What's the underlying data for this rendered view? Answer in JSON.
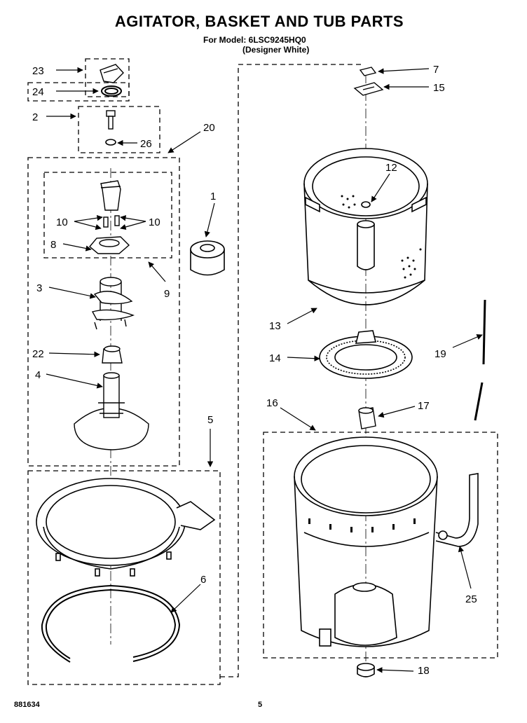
{
  "header": {
    "title": "AGITATOR, BASKET AND TUB PARTS",
    "model_line": "For Model: 6LSC9245HQ0",
    "color_line": "(Designer White)"
  },
  "callouts": {
    "p1": "1",
    "p2": "2",
    "p3": "3",
    "p4": "4",
    "p5": "5",
    "p6": "6",
    "p7": "7",
    "p8": "8",
    "p9": "9",
    "p10a": "10",
    "p10b": "10",
    "p12": "12",
    "p13": "13",
    "p14": "14",
    "p15": "15",
    "p16": "16",
    "p17": "17",
    "p18": "18",
    "p19": "19",
    "p20": "20",
    "p22": "22",
    "p23": "23",
    "p24": "24",
    "p25": "25",
    "p26": "26"
  },
  "footer": {
    "code": "881634",
    "page": "5"
  }
}
